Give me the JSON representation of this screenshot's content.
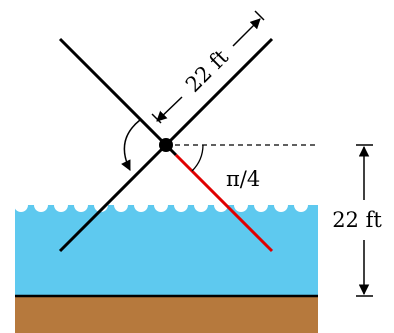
{
  "labels": {
    "arm_length": "22 ft",
    "angle": "π/4",
    "height": "22 ft"
  },
  "colors": {
    "water": "#5ec9ef",
    "ground": "#b6793d",
    "ground_line": "#000000",
    "arm": "#000000",
    "highlight_arm": "#e00000",
    "pivot": "#000000",
    "background": "#ffffff"
  },
  "icons": {
    "rotation": "curved-arrow-icon",
    "pivot": "pivot-dot-icon"
  }
}
